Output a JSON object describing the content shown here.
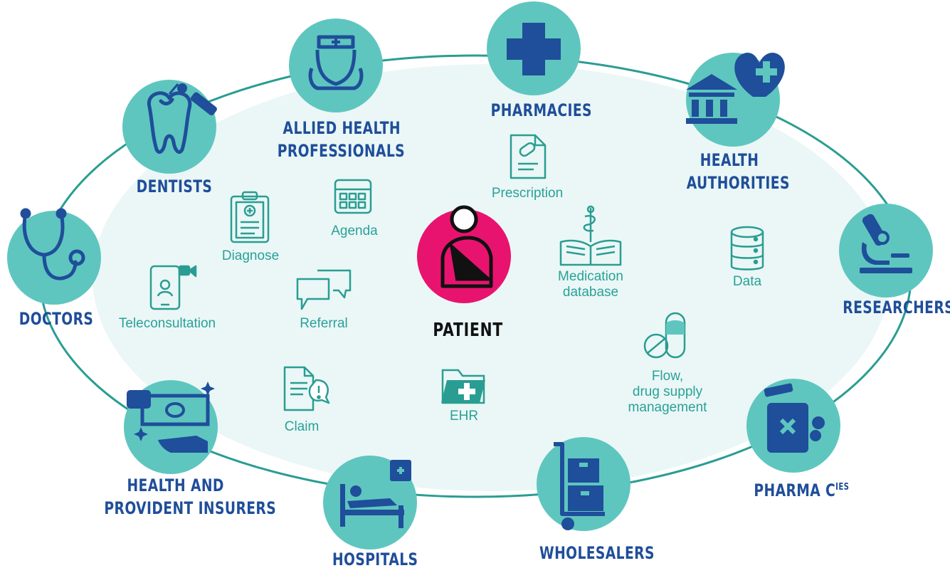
{
  "center": {
    "label": "PATIENT"
  },
  "stakeholders": {
    "dentists": "DENTISTS",
    "allied_line1": "ALLIED HEALTH",
    "allied_line2": "PROFESSIONALS",
    "pharmacies": "PHARMACIES",
    "health_auth_line1": "HEALTH",
    "health_auth_line2": "AUTHORITIES",
    "researchers": "RESEARCHERS",
    "pharma_main": "PHARMA C",
    "pharma_sup": "IES",
    "wholesalers": "WHOLESALERS",
    "hospitals": "HOSPITALS",
    "insurers_line1": "HEALTH AND",
    "insurers_line2": "PROVIDENT INSURERS",
    "doctors": "DOCTORS"
  },
  "flows": {
    "prescription": "Prescription",
    "agenda": "Agenda",
    "diagnose": "Diagnose",
    "teleconsultation": "Teleconsultation",
    "referral": "Referral",
    "medication_line1": "Medication",
    "medication_line2": "database",
    "data": "Data",
    "flow_line1": "Flow,",
    "flow_line2": "drug supply",
    "flow_line3": "management",
    "claim": "Claim",
    "ehr": "EHR"
  },
  "colors": {
    "node_fill": "#5ec6bf",
    "icon_blue": "#1f4e9a",
    "patient_pink": "#e8136f",
    "ellipse_fill": "#eaf7f6",
    "ellipse_stroke": "#2a9d92",
    "flow_text": "#2aa198"
  }
}
